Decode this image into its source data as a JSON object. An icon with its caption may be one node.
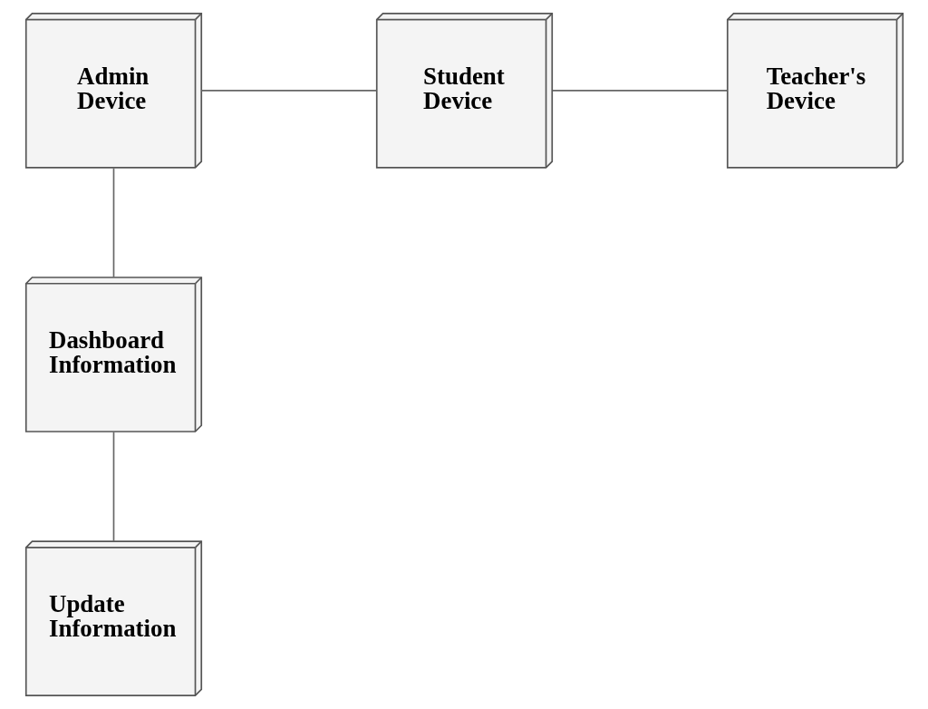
{
  "diagram": {
    "nodes": [
      {
        "text": [
          "Admin Device"
        ]
      },
      {
        "text": [
          "Student Device"
        ]
      },
      {
        "text": [
          "Teacher's Device"
        ]
      },
      {
        "text": [
          "Dashboard Information"
        ]
      },
      {
        "text": [
          "Update Information"
        ]
      }
    ],
    "edges": [
      {
        "from": 0,
        "to": 1,
        "arrow": "none"
      },
      {
        "from": 1,
        "to": 2,
        "arrow": "none"
      },
      {
        "from": 0,
        "to": 3,
        "arrow": "none"
      },
      {
        "from": 3,
        "to": 4,
        "arrow": "none"
      }
    ]
  }
}
